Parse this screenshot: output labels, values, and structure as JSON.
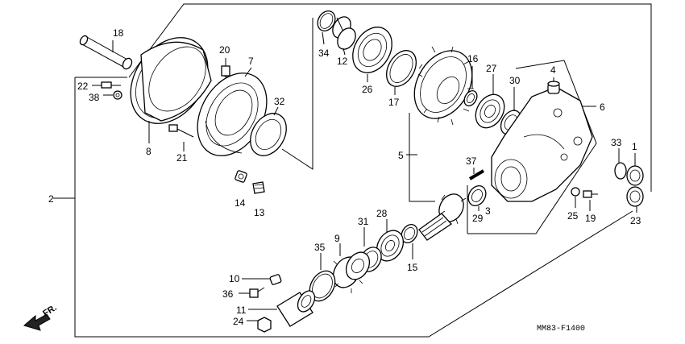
{
  "diagram": {
    "drawing_code": "MM83-F1400",
    "direction_label": "FR.",
    "callouts": {
      "p1": "1",
      "p2": "2",
      "p3": "3",
      "p4": "4",
      "p5": "5",
      "p6": "6",
      "p7": "7",
      "p8": "8",
      "p9": "9",
      "p10": "10",
      "p11": "11",
      "p12": "12",
      "p13": "13",
      "p14": "14",
      "p15": "15",
      "p16": "16",
      "p17": "17",
      "p18": "18",
      "p19": "19",
      "p20": "20",
      "p21": "21",
      "p22": "22",
      "p23": "23",
      "p24": "24",
      "p25": "25",
      "p26": "26",
      "p27": "27",
      "p28": "28",
      "p29": "29",
      "p30": "30",
      "p31": "31",
      "p32": "32",
      "p33": "33",
      "p34": "34",
      "p35": "35",
      "p36": "36",
      "p37": "37",
      "p38": "38"
    }
  }
}
